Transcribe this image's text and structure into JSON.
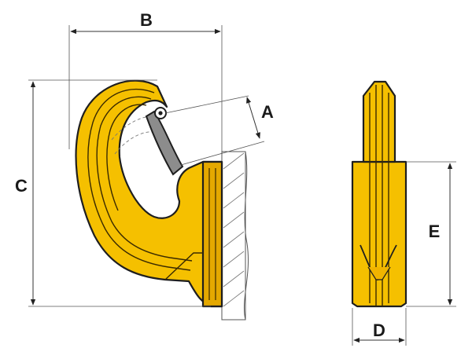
{
  "labels": {
    "a": "A",
    "b": "B",
    "c": "C",
    "d": "D",
    "e": "E"
  },
  "colors": {
    "body": "#f5c000",
    "latch": "#8c8c8c",
    "outline": "#1e1e1e"
  }
}
